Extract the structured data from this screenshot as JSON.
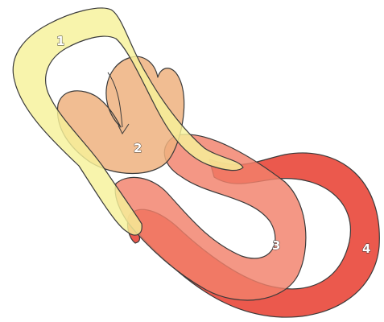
{
  "diagram": {
    "regions": [
      {
        "id": "1",
        "label": "1",
        "color": "#f7f29a"
      },
      {
        "id": "2",
        "label": "2",
        "color": "#efb27f"
      },
      {
        "id": "3",
        "label": "3",
        "color": "#f1806a"
      },
      {
        "id": "4",
        "label": "4",
        "color": "#e9473a"
      }
    ]
  }
}
